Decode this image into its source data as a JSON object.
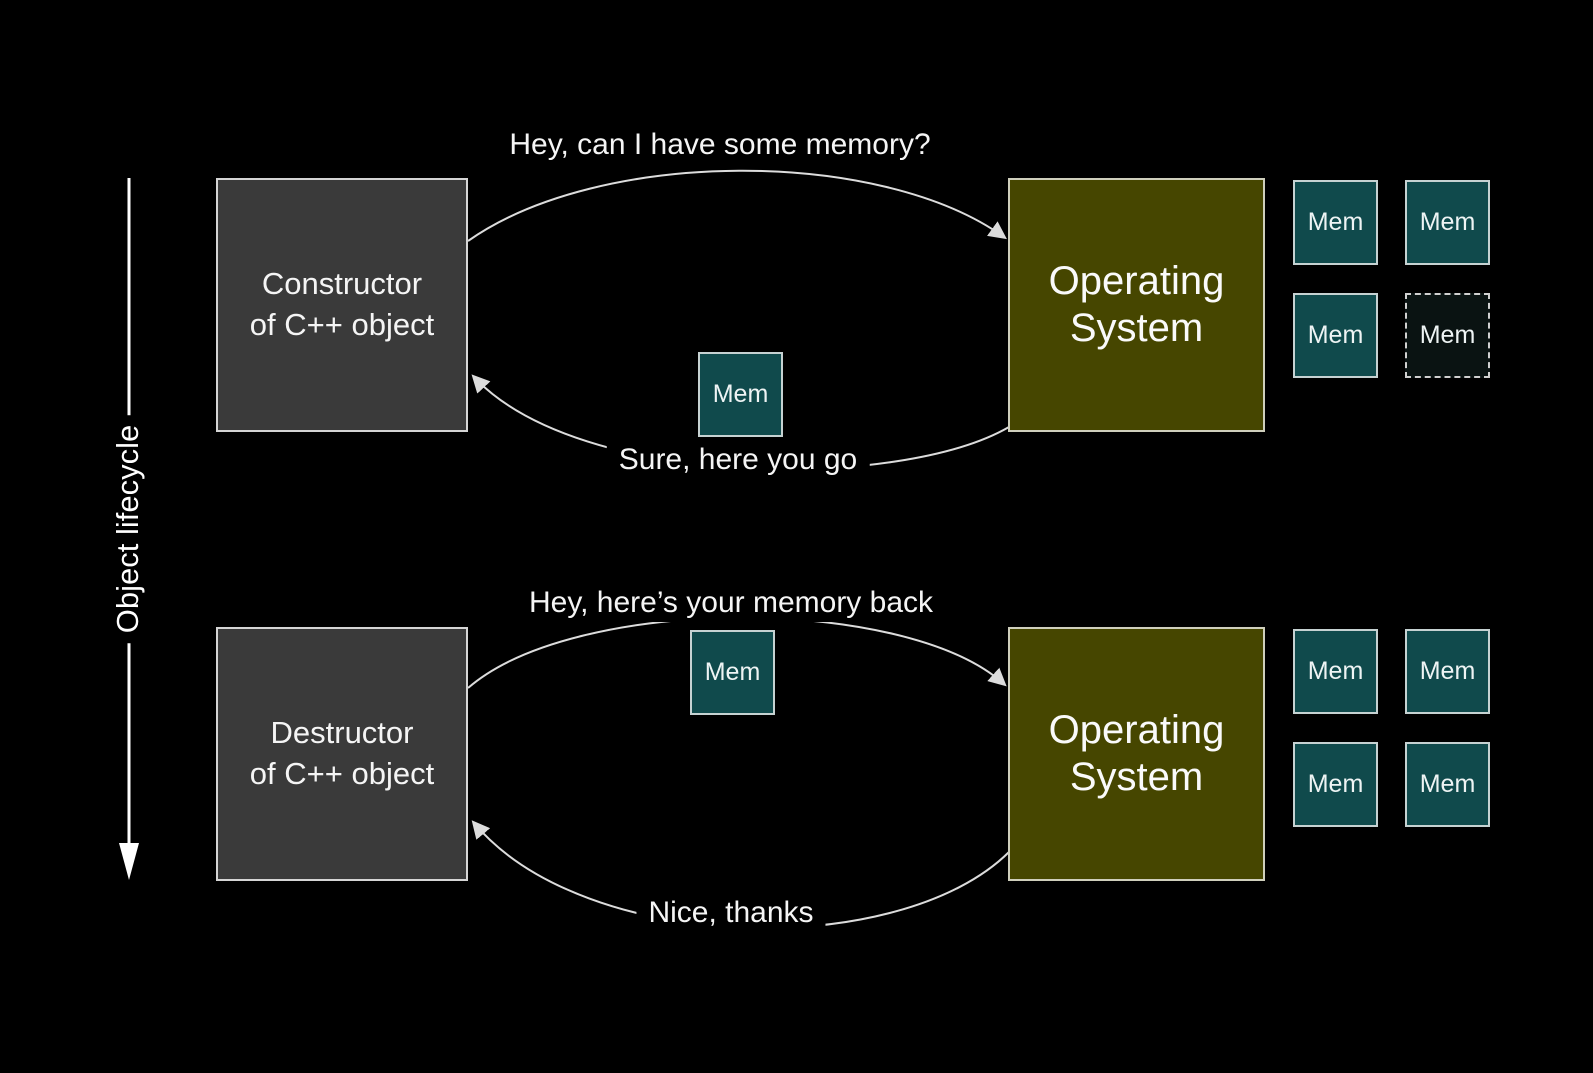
{
  "colors": {
    "background": "#000000",
    "actor_box": "#3a3a3a",
    "os_box": "#464600",
    "mem_box": "#104a4c",
    "mem_box_freed": "#0a1312",
    "arrow": "#dcdcdc",
    "text": "#f2f2f2"
  },
  "lifecycle_axis": {
    "label": "Object lifecycle"
  },
  "sections": [
    {
      "name": "allocation",
      "actor": {
        "line1": "Constructor",
        "line2": "of C++ object"
      },
      "os": {
        "line1": "Operating",
        "line2": "System"
      },
      "request_label": "Hey, can I have some memory?",
      "response_label": "Sure, here you go",
      "transfer_mem": {
        "label": "Mem"
      },
      "os_mem_grid": [
        {
          "label": "Mem",
          "state": "allocated"
        },
        {
          "label": "Mem",
          "state": "allocated"
        },
        {
          "label": "Mem",
          "state": "allocated"
        },
        {
          "label": "Mem",
          "state": "freed"
        }
      ]
    },
    {
      "name": "deallocation",
      "actor": {
        "line1": "Destructor",
        "line2": "of C++ object"
      },
      "os": {
        "line1": "Operating",
        "line2": "System"
      },
      "request_label": "Hey, here’s your memory back",
      "response_label": "Nice, thanks",
      "transfer_mem": {
        "label": "Mem"
      },
      "os_mem_grid": [
        {
          "label": "Mem",
          "state": "allocated"
        },
        {
          "label": "Mem",
          "state": "allocated"
        },
        {
          "label": "Mem",
          "state": "allocated"
        },
        {
          "label": "Mem",
          "state": "allocated"
        }
      ]
    }
  ]
}
